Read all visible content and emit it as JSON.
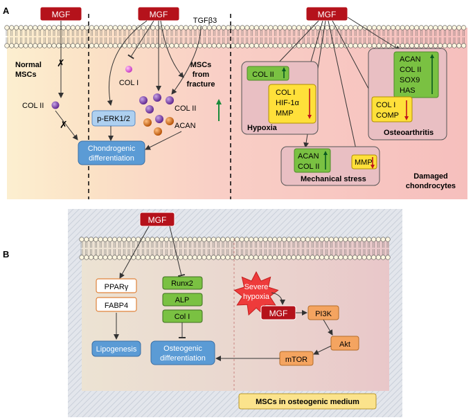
{
  "panel_a": {
    "letter": "A",
    "mgf_left": "MGF",
    "mgf_mid": "MGF",
    "mgf_right": "MGF",
    "tgf": "TGFβ3",
    "normal_mscs": [
      "Normal",
      "MSCs"
    ],
    "msc_fracture": [
      "MSCs",
      "from",
      "fracture"
    ],
    "col1_small": "COL I",
    "col2_left": "COL II",
    "col2_mid": "COL II",
    "acan_mid": "ACAN",
    "perk": "p-ERK1/2",
    "chondro": [
      "Chondrogenic",
      "differentiation"
    ],
    "hypoxia": {
      "col2": "COL II",
      "items": [
        "COL I",
        "HIF-1α",
        "MMP"
      ],
      "title": "Hypoxia"
    },
    "oa": {
      "items_up": [
        "ACAN",
        "COL II",
        "SOX9",
        "HAS"
      ],
      "items_down": [
        "COL I",
        "COMP"
      ],
      "title": "Osteoarthritis"
    },
    "mech": {
      "items_up": [
        "ACAN",
        "COL II"
      ],
      "mmp": "MMP",
      "title": "Mechanical stress"
    },
    "damaged": [
      "Damaged",
      "chondrocytes"
    ]
  },
  "panel_b": {
    "letter": "B",
    "mgf": "MGF",
    "pparg": "PPARγ",
    "fabp4": "FABP4",
    "lipo": "Lipogenesis",
    "runx2": "Runx2",
    "alp": "ALP",
    "col1": "Col I",
    "osteo": [
      "Osteogenic",
      "differentiation"
    ],
    "severe": [
      "Severe",
      "hypoxia"
    ],
    "mgf2": "MGF",
    "pi3k": "PI3K",
    "akt": "Akt",
    "mtor": "mTOR",
    "medium": "MSCs in osteogenic medium"
  },
  "colors": {
    "mgf_red": "#b5121b",
    "green_box": "#7ac142",
    "yellow_box": "#ffe03a",
    "blue_box": "#5b9bd5",
    "orange_box": "#f4a460",
    "normal_bg": "#fde9c4",
    "fracture_bg": "#fbd0c6",
    "damaged_bg": "#f8c4c0",
    "arrow_up": "#1a8a3a",
    "arrow_down": "#c0141b"
  }
}
